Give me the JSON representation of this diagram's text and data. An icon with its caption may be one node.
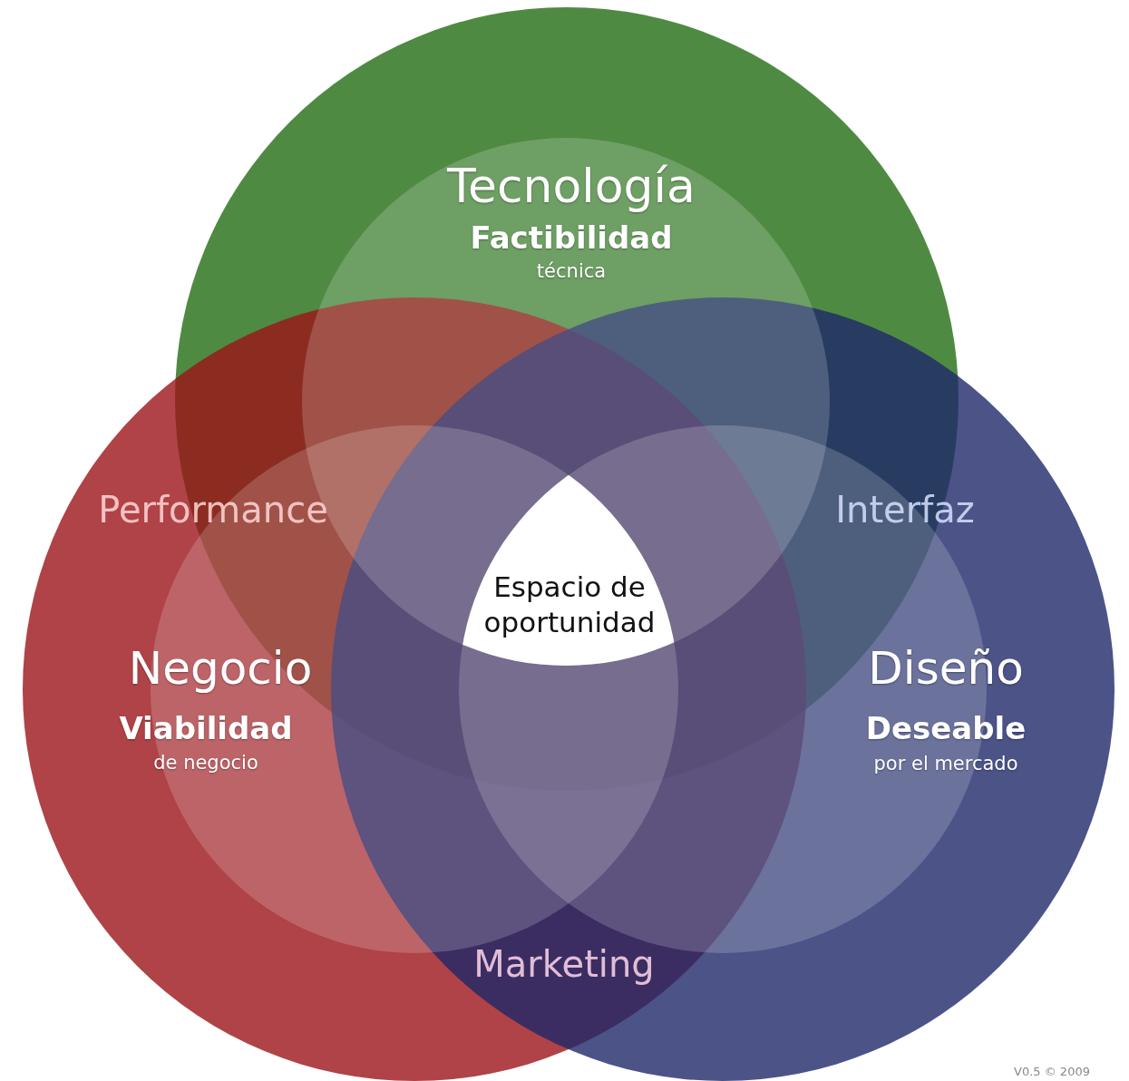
{
  "diagram": {
    "nodes": [
      {
        "text": [
          "Tecnología",
          "Factibilidad",
          "técnica"
        ]
      },
      {
        "text": [
          "Negocio",
          "Viabilidad",
          "de negocio"
        ]
      },
      {
        "text": [
          "Diseño",
          "Deseable",
          "por el mercado"
        ]
      }
    ],
    "edges": [],
    "labels": [
      "Performance",
      "Interfaz",
      "Espacio de oportunidad",
      "Marketing",
      "V0.5 © 2009"
    ]
  }
}
